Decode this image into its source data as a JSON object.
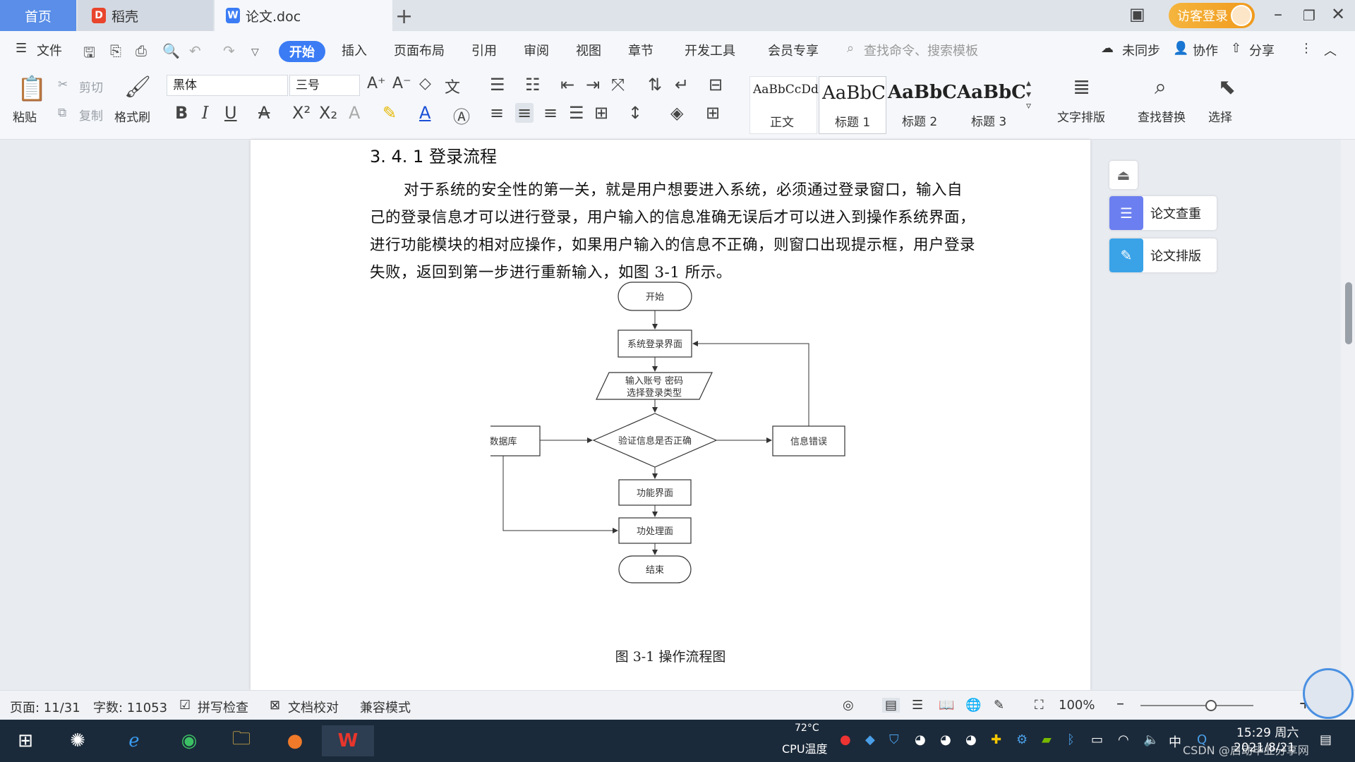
{
  "titlebar": {
    "tabs": [
      {
        "label": "首页"
      },
      {
        "label": "稻壳"
      },
      {
        "label": "论文.doc"
      }
    ],
    "visitor_login": "访客登录"
  },
  "menubar": {
    "file": "文件",
    "items": [
      "开始",
      "插入",
      "页面布局",
      "引用",
      "审阅",
      "视图",
      "章节",
      "开发工具",
      "会员专享"
    ],
    "search_placeholder": "查找命令、搜索模板",
    "sync": "未同步",
    "collab": "协作",
    "share": "分享"
  },
  "ribbon": {
    "paste": "粘贴",
    "cut": "剪切",
    "copy": "复制",
    "format_painter": "格式刷",
    "font_name": "黑体",
    "font_size": "三号",
    "styles": [
      {
        "sample": "AaBbCcDd",
        "name": "正文"
      },
      {
        "sample": "AaBbC",
        "name": "标题 1"
      },
      {
        "sample": "AaBbC",
        "name": "标题 2"
      },
      {
        "sample": "AaBbC",
        "name": "标题 3"
      }
    ],
    "text_layout": "文字排版",
    "find_replace": "查找替换",
    "select": "选择"
  },
  "document": {
    "heading": "3. 4. 1 登录流程",
    "paragraph": "对于系统的安全性的第一关，就是用户想要进入系统，必须通过登录窗口，输入自己的登录信息才可以进行登录，用户输入的信息准确无误后才可以进入到操作系统界面，进行功能模块的相对应操作，如果用户输入的信息不正确，则窗口出现提示框，用户登录失败，返回到第一步进行重新输入，如图 3-1 所示。",
    "flowchart": {
      "start": "开始",
      "login_page": "系统登录界面",
      "input_line1": "输入账号 密码",
      "input_line2": "选择登录类型",
      "database": "数据库",
      "verify": "验证信息是否正确",
      "error": "信息错误",
      "function_page": "功能界面",
      "process_page": "功处理面",
      "end": "结束"
    },
    "caption": "图 3-1 操作流程图"
  },
  "side_panel": {
    "check": "论文查重",
    "format": "论文排版"
  },
  "statusbar": {
    "page": "页面: 11/31",
    "words": "字数: 11053",
    "spell": "拼写检查",
    "proof": "文档校对",
    "compat": "兼容模式",
    "zoom": "100%"
  },
  "taskbar": {
    "temp": "72°C",
    "cpu": "CPU温度",
    "ime": "中",
    "time": "15:29 周六",
    "date": "2021/8/21",
    "watermark": "CSDN @启动毕业分享网"
  },
  "colors": {
    "accent": "#3b7cf5",
    "home_tab": "#5a8ee8",
    "visitor": "#f5a623",
    "side_check": "#6b7ff0",
    "side_format": "#3aa3e8"
  }
}
